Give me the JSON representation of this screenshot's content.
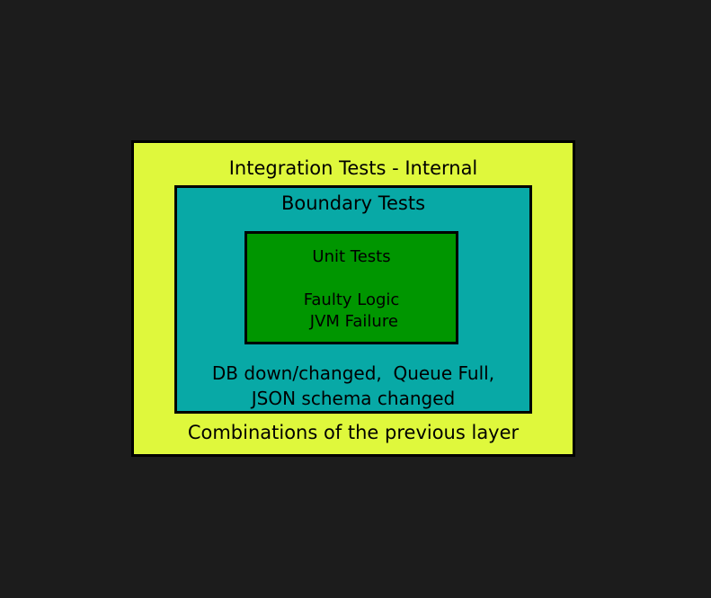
{
  "diagram": {
    "colors": {
      "background": "#1c1c1c",
      "outer": "#dff83c",
      "middle": "#08a9a6",
      "inner": "#009600",
      "border": "#000000"
    },
    "outer": {
      "title": "Integration Tests - Internal",
      "footer": "Combinations of the previous layer"
    },
    "middle": {
      "title": "Boundary Tests",
      "footer_line1": "DB down/changed,  Queue Full,",
      "footer_line2": "JSON schema changed"
    },
    "inner": {
      "title": "Unit Tests",
      "item1": "Faulty Logic",
      "item2": " JVM Failure"
    }
  }
}
